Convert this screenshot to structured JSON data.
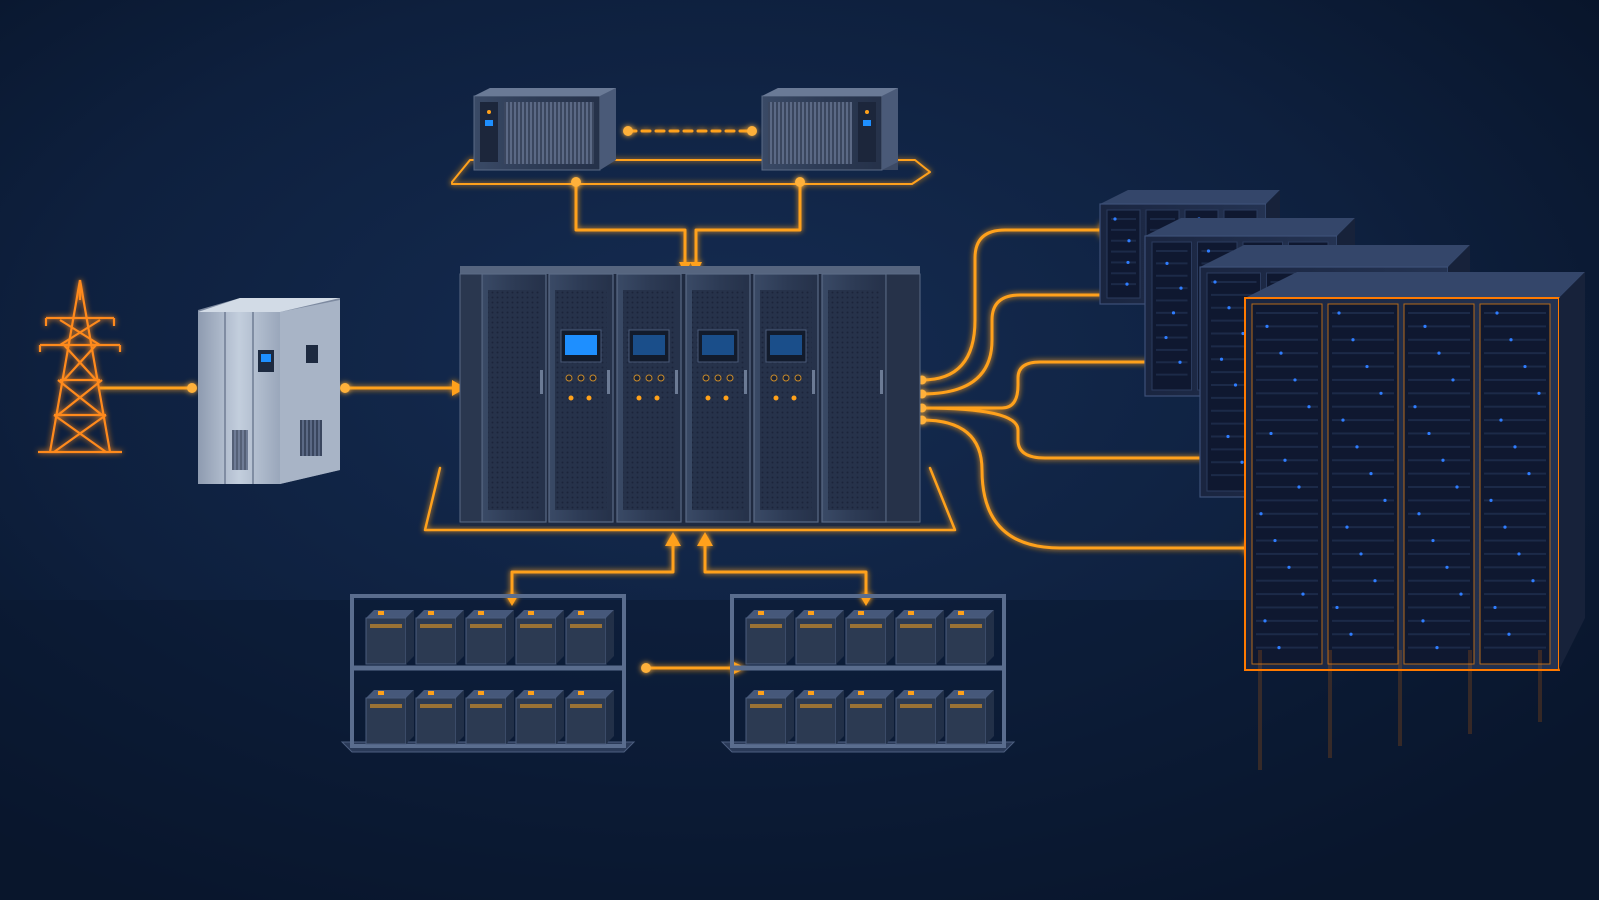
{
  "diagram": {
    "labels": [],
    "components": [
      {
        "id": "transmission-tower",
        "icon": "transmission-tower-icon"
      },
      {
        "id": "transformer-cabinet",
        "icon": "switchgear-cabinet-icon"
      },
      {
        "id": "ups-cabinet-row",
        "icon": "ups-cabinet-icon",
        "modules": 4
      },
      {
        "id": "cooling-unit-left",
        "icon": "cooling-unit-icon"
      },
      {
        "id": "cooling-unit-right",
        "icon": "cooling-unit-icon"
      },
      {
        "id": "battery-rack-left",
        "icon": "battery-rack-icon",
        "cells": 10
      },
      {
        "id": "battery-rack-right",
        "icon": "battery-rack-icon",
        "cells": 10
      },
      {
        "id": "server-rack-row",
        "icon": "server-rack-icon",
        "racks": 4
      }
    ]
  },
  "colors": {
    "background": "#0b1a33",
    "background_glow": "#13294f",
    "flow_line": "#ffa11a",
    "flow_glow": "#ff7a00",
    "cabinet_face": "#2f3d55",
    "cabinet_edge": "#5a6a85",
    "transformer_face": "#b7c3d4",
    "screen": "#1e8fff",
    "server_led": "#2f7dff",
    "battery_cell": "#2c3a52"
  }
}
